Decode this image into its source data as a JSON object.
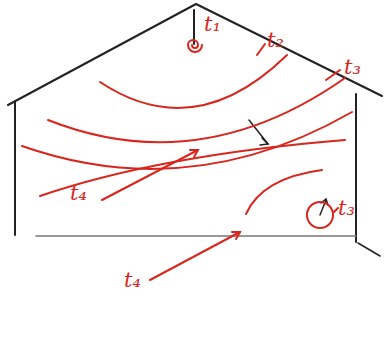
{
  "diagram": {
    "labels": [
      "t₁",
      "t₂",
      "t₃",
      "t₃",
      "t₄",
      "t₄"
    ]
  }
}
